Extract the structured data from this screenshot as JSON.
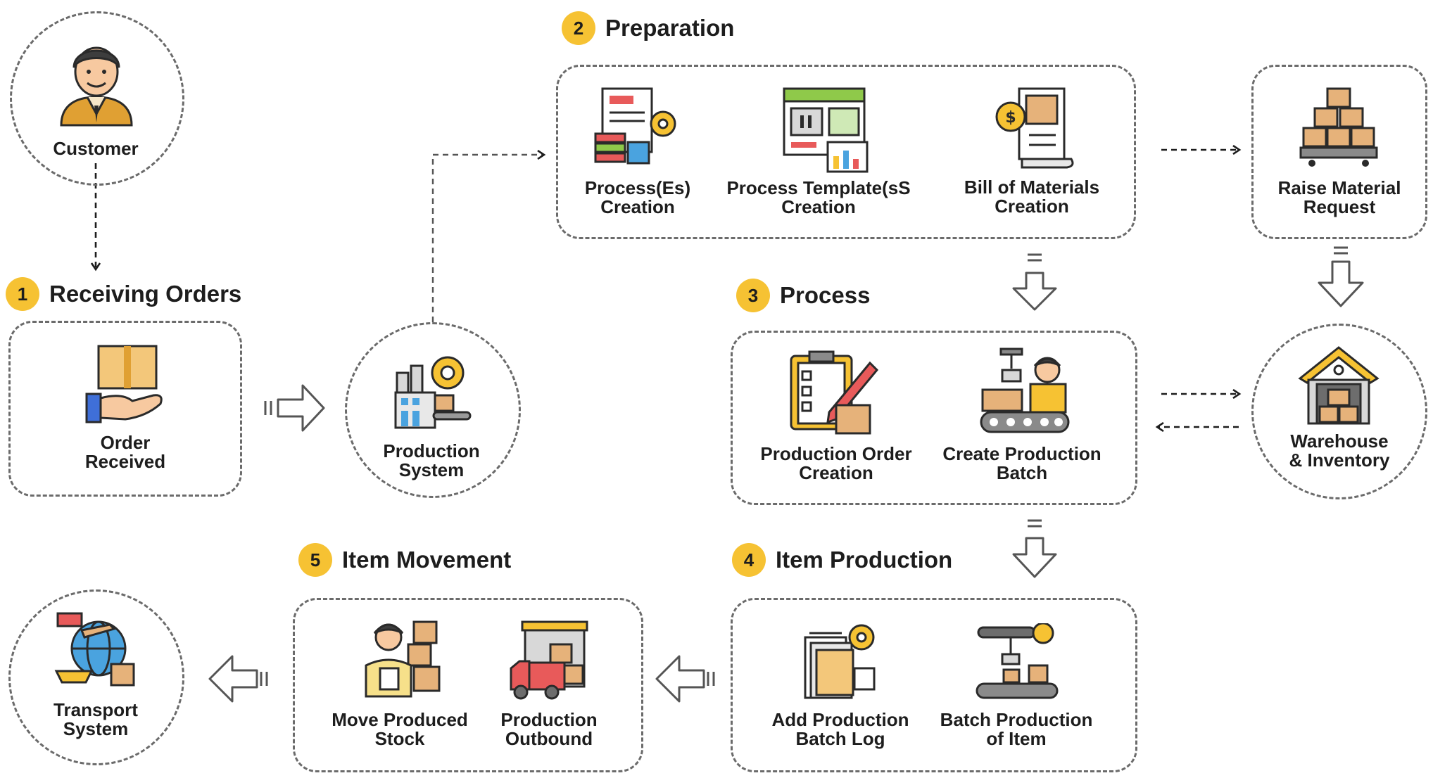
{
  "customer": {
    "label": "Customer"
  },
  "sections": {
    "receiving": {
      "number": "1",
      "title": "Receiving Orders",
      "items": [
        "Order\nReceived"
      ]
    },
    "preparation": {
      "number": "2",
      "title": "Preparation",
      "items": [
        "Process(Es)\nCreation",
        "Process Template(sS\nCreation",
        "Bill of Materials\nCreation"
      ]
    },
    "process": {
      "number": "3",
      "title": "Process",
      "items": [
        "Production Order\nCreation",
        "Create Production\nBatch"
      ]
    },
    "item_production": {
      "number": "4",
      "title": "Item Production",
      "items": [
        "Add Production\nBatch Log",
        "Batch Production\nof Item"
      ]
    },
    "item_movement": {
      "number": "5",
      "title": "Item Movement",
      "items": [
        "Move Produced\nStock",
        "Production\nOutbound"
      ]
    }
  },
  "production_system": {
    "label": "Production\nSystem"
  },
  "raise_material": {
    "label": "Raise Material\nRequest"
  },
  "warehouse": {
    "label": "Warehouse\n& Inventory"
  },
  "transport": {
    "label": "Transport\nSystem"
  },
  "colors": {
    "badge": "#f6c233",
    "dash": "#6b6b6b",
    "arrow_outline": "#555555"
  },
  "icons": [
    "customer-avatar-icon",
    "order-received-icon",
    "production-factory-icon",
    "process-creation-icon",
    "process-template-icon",
    "bill-of-materials-icon",
    "material-boxes-icon",
    "warehouse-icon",
    "production-order-icon",
    "production-batch-icon",
    "batch-log-icon",
    "conveyor-robot-icon",
    "worker-stock-icon",
    "delivery-truck-icon",
    "transport-globe-icon"
  ]
}
